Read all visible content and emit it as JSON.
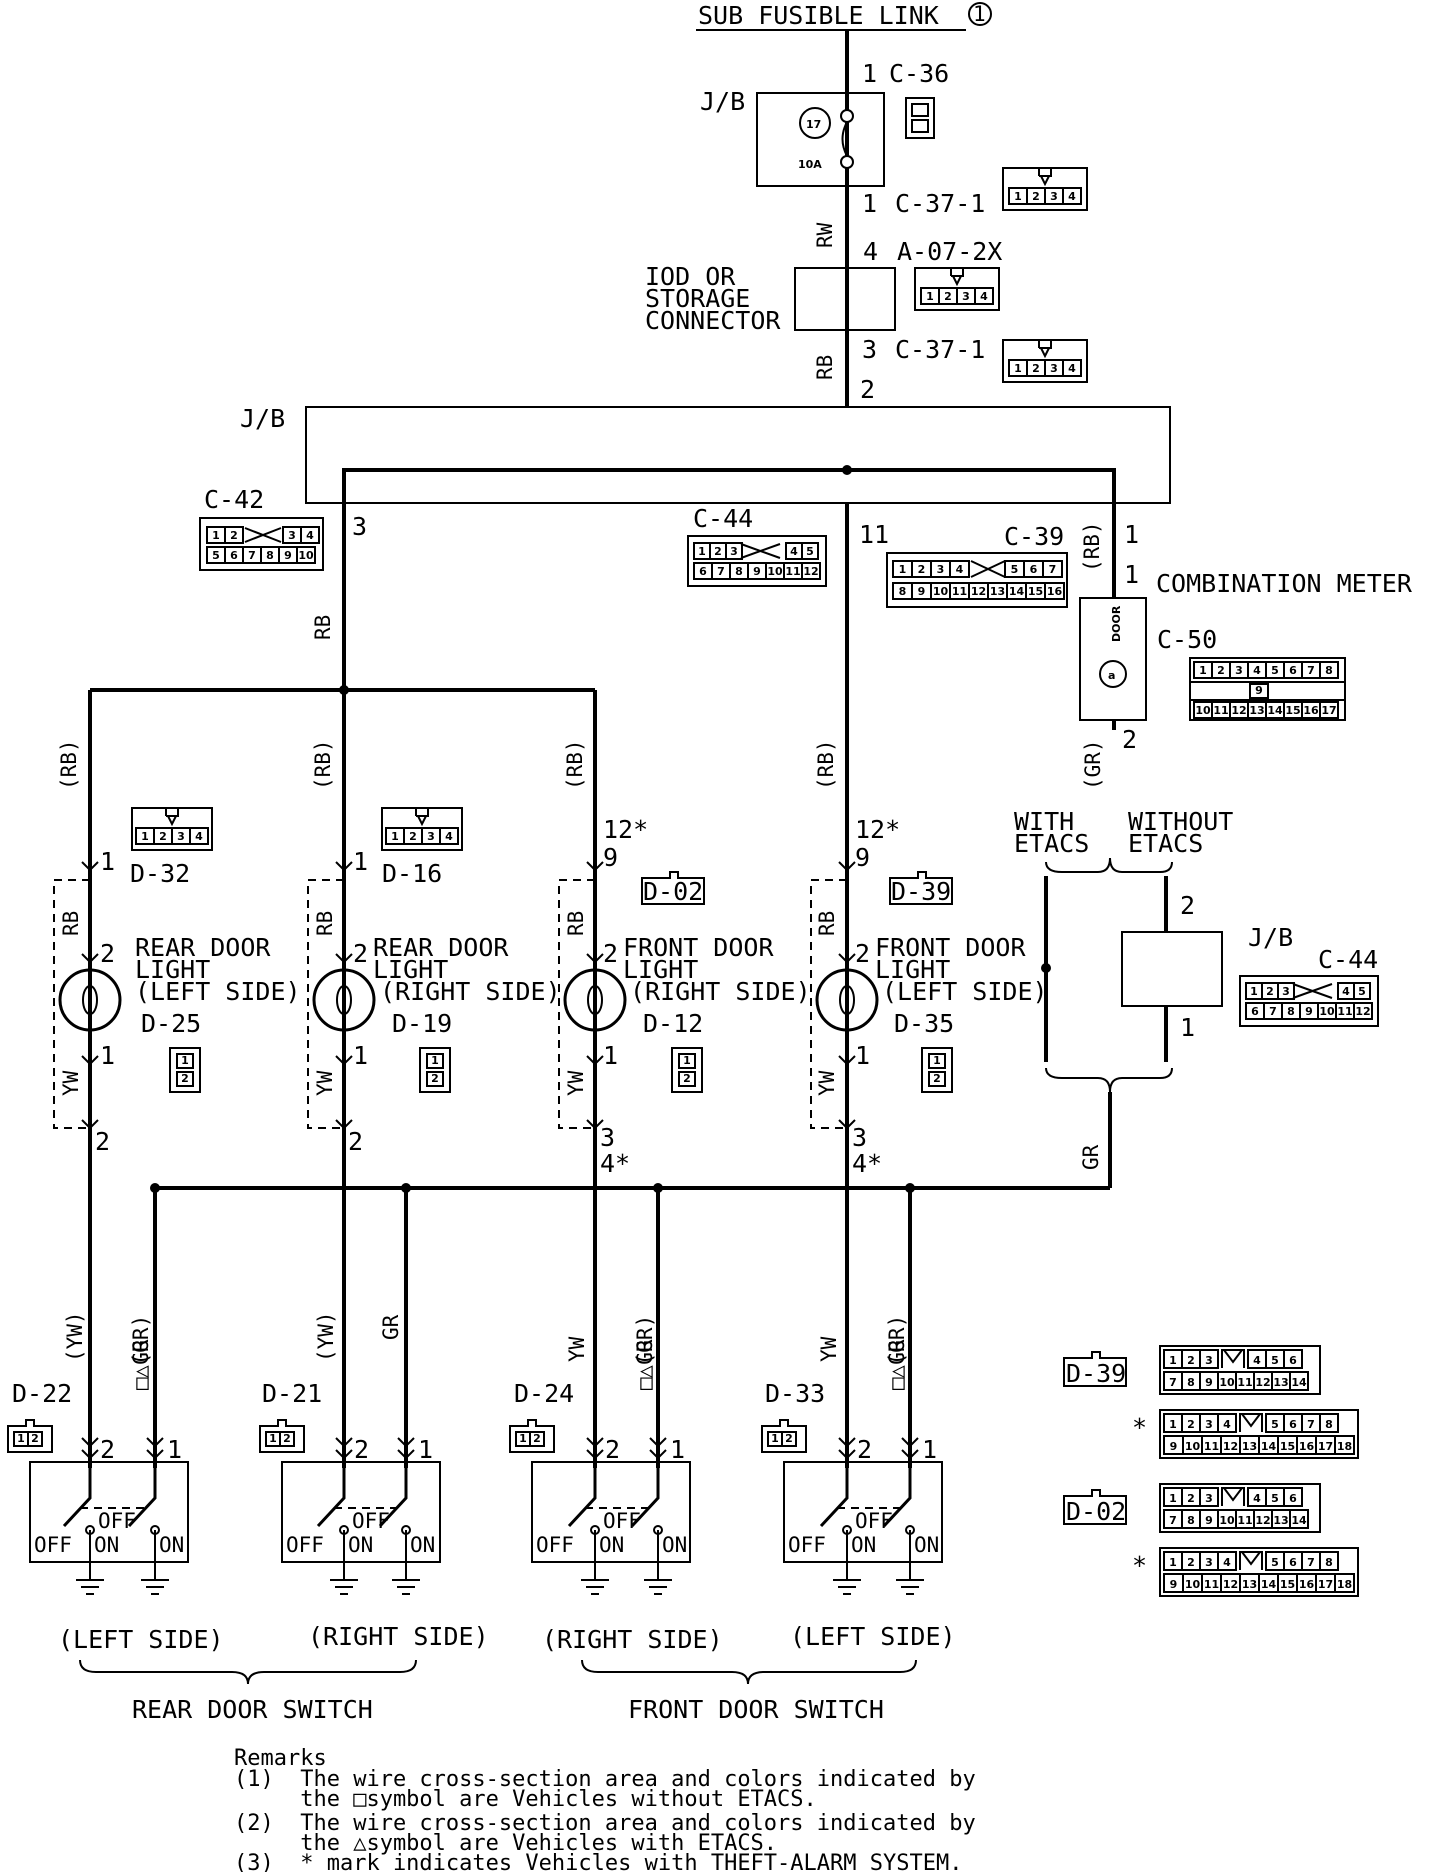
{
  "title": "SUB FUSIBLE LINK",
  "title_num": "1",
  "fuse": {
    "num": "17",
    "rating": "10A",
    "box": "J/B"
  },
  "connectors": {
    "c36": "C-36",
    "c371a": "C-37-1",
    "a072x": "A-07-2X",
    "c371b": "C-37-1",
    "c42": "C-42",
    "c44": "C-44",
    "c39": "C-39",
    "c50": "C-50",
    "c44b": "C-44",
    "d32": "D-32",
    "d16": "D-16",
    "d02": "D-02",
    "d39": "D-39",
    "d25": "D-25",
    "d19": "D-19",
    "d12": "D-12",
    "d35": "D-35",
    "d22": "D-22",
    "d21": "D-21",
    "d24": "D-24",
    "d33": "D-33"
  },
  "labels": {
    "jb": "J/B",
    "jb2": "J/B",
    "jb3": "J/B",
    "iod1": "IOD OR",
    "iod2": "STORAGE",
    "iod3": "CONNECTOR",
    "combo": "COMBINATION METER",
    "door": "DOOR",
    "with1": "WITH",
    "with2": "ETACS",
    "without1": "WITHOUT",
    "without2": "ETACS",
    "rdl_left_1": "REAR DOOR",
    "rdl_left_2": "LIGHT",
    "rdl_left_3": "(LEFT SIDE)",
    "rdl_right_1": "REAR DOOR",
    "rdl_right_2": "LIGHT",
    "rdl_right_3": "(RIGHT SIDE)",
    "fdl_right_1": "FRONT DOOR",
    "fdl_right_2": "LIGHT",
    "fdl_right_3": "(RIGHT SIDE)",
    "fdl_left_1": "FRONT DOOR",
    "fdl_left_2": "LIGHT",
    "fdl_left_3": "(LEFT SIDE)",
    "side_left_rear": "(LEFT SIDE)",
    "side_right_rear": "(RIGHT SIDE)",
    "side_right_front": "(RIGHT SIDE)",
    "side_left_front": "(LEFT SIDE)",
    "rear_switch": "REAR DOOR SWITCH",
    "front_switch": "FRONT DOOR SWITCH",
    "off": "OFF",
    "on": "ON"
  },
  "wires": {
    "rw": "RW",
    "rb": "RB",
    "rbp": "(RB)",
    "yw": "YW",
    "ywp": "(YW)",
    "gr": "GR",
    "grp": "(GR)",
    "tri_gr": "△(GR)",
    "sq_gr": "□ GR"
  },
  "pins": {
    "p1": "1",
    "p2": "2",
    "p3": "3",
    "p4": "4",
    "p9": "9",
    "p11": "11",
    "p12s": "12*",
    "p4s": "4*"
  },
  "connector_pins": {
    "four": [
      "1",
      "2",
      "3",
      "4"
    ],
    "c42_top": [
      "1",
      "2",
      "3",
      "4"
    ],
    "c42_bot": [
      "5",
      "6",
      "7",
      "8",
      "9",
      "10"
    ],
    "c44_top": [
      "1",
      "2",
      "3",
      "4",
      "5"
    ],
    "c44_bot": [
      "6",
      "7",
      "8",
      "9",
      "10",
      "11",
      "12"
    ],
    "c39_top": [
      "1",
      "2",
      "3",
      "4",
      "5",
      "6",
      "7"
    ],
    "c39_bot": [
      "8",
      "9",
      "10",
      "11",
      "12",
      "13",
      "14",
      "15",
      "16"
    ],
    "c50_top": [
      "1",
      "2",
      "3",
      "4",
      "5",
      "6",
      "7",
      "8"
    ],
    "c50_mid": "9",
    "c50_bot": [
      "10",
      "11",
      "12",
      "13",
      "14",
      "15",
      "16",
      "17"
    ],
    "d_small": [
      "1",
      "2"
    ],
    "big14_top": [
      "1",
      "2",
      "3",
      "4",
      "5",
      "6"
    ],
    "big14_bot": [
      "7",
      "8",
      "9",
      "10",
      "11",
      "12",
      "13",
      "14"
    ],
    "big18_top": [
      "1",
      "2",
      "3",
      "4",
      "5",
      "6",
      "7",
      "8"
    ],
    "big18_bot": [
      "9",
      "10",
      "11",
      "12",
      "13",
      "14",
      "15",
      "16",
      "17",
      "18"
    ]
  },
  "remarks": {
    "title": "Remarks",
    "r1a": "(1)  The wire cross-section area and colors indicated by",
    "r1b": "     the □symbol are Vehicles without ETACS.",
    "r2a": "(2)  The wire cross-section area and colors indicated by",
    "r2b": "     the △symbol are Vehicles with ETACS.",
    "r3": "(3)  * mark indicates Vehicles with THEFT-ALARM SYSTEM."
  }
}
